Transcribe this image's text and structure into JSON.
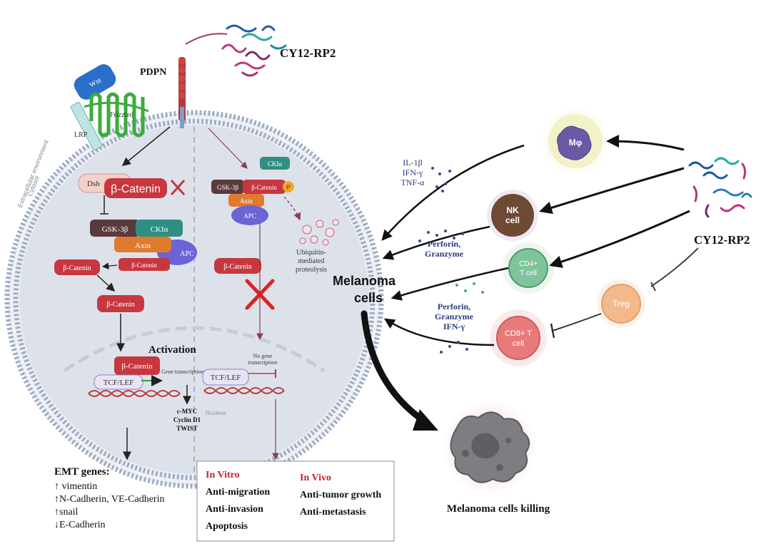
{
  "labels": {
    "cy12_top": "CY12-RP2",
    "cy12_right": "CY12-RP2",
    "pdpn": "PDPN",
    "wnt": "Wnt",
    "frizzled": "Frizzled",
    "lrp": "LRP",
    "extracellular": "Extracellular environment",
    "cytosol": "Cytosol",
    "dsh": "Dsh",
    "bcat_main": "β-Catenin",
    "gsk": "GSK-3β",
    "ck1a": "CKIα",
    "axin": "Axin",
    "apc": "APC",
    "bcat_small": "β-Catenin",
    "bcat_free": "β-Catenin",
    "bcat_mid": "β-Catenin",
    "bcat_nuc": "β-Catenin",
    "activation": "Activation",
    "tcf_left": "TCF/LEF",
    "gene_transcription": "Gene transcription",
    "targets": [
      "c-MYC",
      "Cyclin D1",
      "TWIST"
    ],
    "ck1a_r": "CKIα",
    "gsk_r": "GSK-3β",
    "bcat_r": "β-Catenin",
    "p": "P",
    "axin_r": "Axin",
    "apc_r": "APC",
    "ubiquitin": [
      "Ubiquitin-",
      "mediated",
      "proteolysis"
    ],
    "bcat_r2": "β-Catenin",
    "no_gene": [
      "No gene",
      "transcription"
    ],
    "tcf_right": "TCF/LEF",
    "nucleus": "Nucleus",
    "melanoma": [
      "Melanoma",
      "cells"
    ],
    "mphi": "Mφ",
    "nk": [
      "NK",
      "cell"
    ],
    "cd4": [
      "CD4+",
      "T cell"
    ],
    "treg": "Treg",
    "cd8": [
      "CD8+ T",
      "cell"
    ],
    "cytokines1": [
      "IL-1β",
      "IFN-γ",
      "TNF-α"
    ],
    "cytokines2": [
      "Perforin,",
      "Granzyme"
    ],
    "cytokines3": [
      "Perforin,",
      "Granzyme",
      "IFN-γ"
    ],
    "killing": "Melanoma cells killing"
  },
  "emt": {
    "title": "EMT genes:",
    "items": [
      "↑ vimentin",
      "↑N-Cadherin, VE-Cadherin",
      "↑snail",
      "↓E-Cadherin"
    ]
  },
  "results": {
    "vitro_title": "In Vitro",
    "vitro_items": [
      "Anti-migration",
      "Anti-invasion",
      "Apoptosis"
    ],
    "vivo_title": "In Vivo",
    "vivo_items": [
      "Anti-tumor growth",
      "Anti-metastasis"
    ]
  },
  "colors": {
    "cell_fill": "#dfe3ea",
    "membrane": "#8fa1bd",
    "bcat": "#c7373f",
    "gsk": "#5a3a3a",
    "ck1a": "#2f8f83",
    "axin": "#e07a2e",
    "apc": "#6b63d6",
    "wnt": "#2a6fc9",
    "frizzled": "#3cab3c",
    "red_title": "#c0272d",
    "arrow_purple": "#8a3a5a"
  }
}
